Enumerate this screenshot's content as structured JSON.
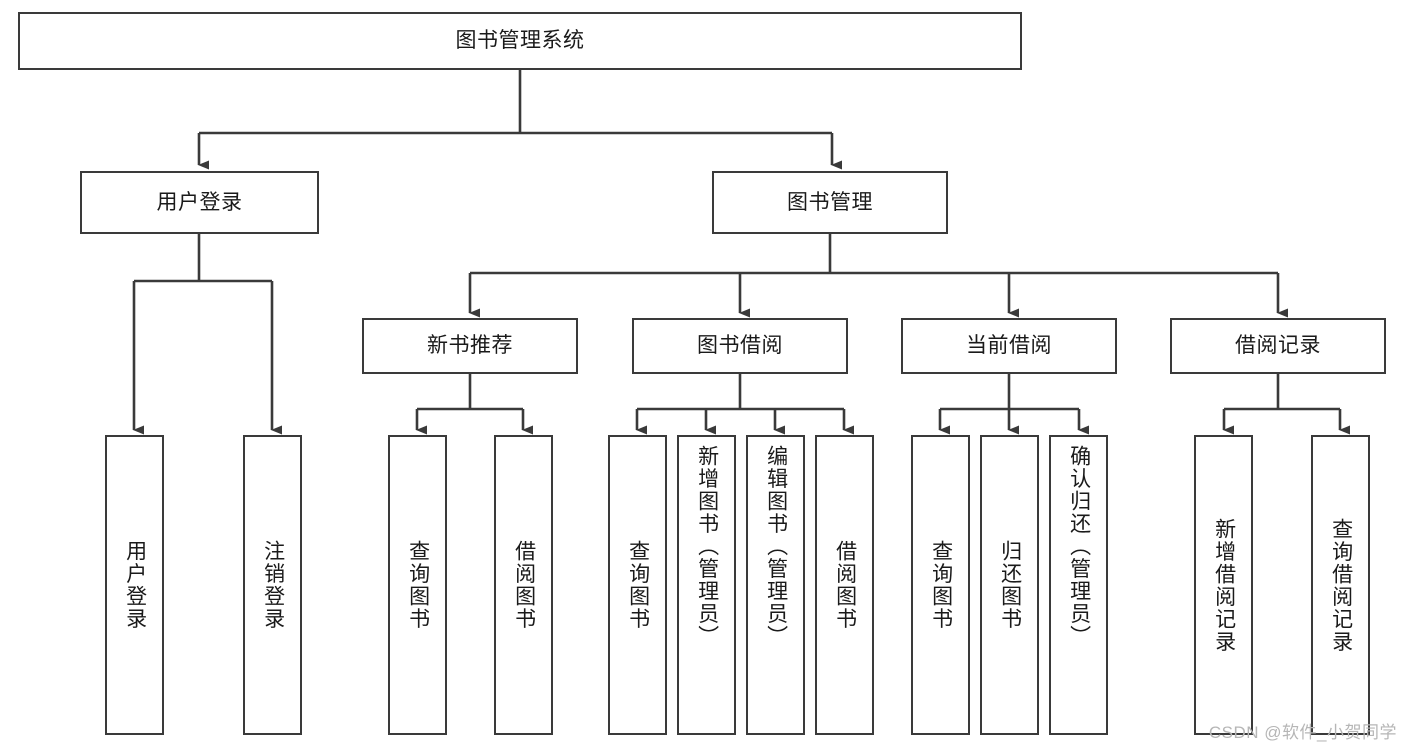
{
  "diagram": {
    "title": "图书管理系统",
    "watermark": "CSDN @软件_小贺同学",
    "colors": {
      "stroke": "#3a3a3a",
      "box_fill": "#ffffff",
      "text": "#1a1a1a",
      "watermark": "#b6b6b6",
      "background": "#ffffff"
    },
    "root": {
      "label": "图书管理系统"
    },
    "level2": [
      {
        "label": "用户登录"
      },
      {
        "label": "图书管理"
      }
    ],
    "level3": [
      {
        "label": "新书推荐"
      },
      {
        "label": "图书借阅"
      },
      {
        "label": "当前借阅"
      },
      {
        "label": "借阅记录"
      }
    ],
    "leaves": {
      "user_login": [
        {
          "label": "用户登录"
        },
        {
          "label": "注销登录"
        }
      ],
      "new_book": [
        {
          "label": "查询图书"
        },
        {
          "label": "借阅图书"
        }
      ],
      "book_borrow": [
        {
          "label": "查询图书"
        },
        {
          "label": "新增图书（管理员）"
        },
        {
          "label": "编辑图书（管理员）"
        },
        {
          "label": "借阅图书"
        }
      ],
      "current_borrow": [
        {
          "label": "查询图书"
        },
        {
          "label": "归还图书"
        },
        {
          "label": "确认归还（管理员）"
        }
      ],
      "borrow_record": [
        {
          "label": "新增借阅记录"
        },
        {
          "label": "查询借阅记录"
        }
      ]
    }
  }
}
